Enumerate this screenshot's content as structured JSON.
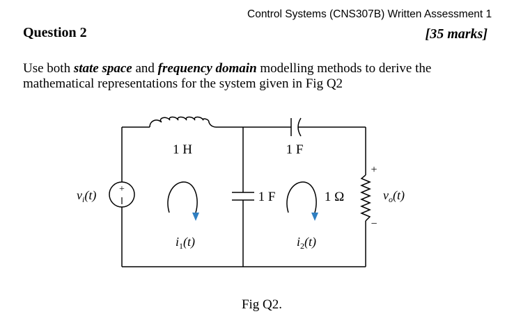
{
  "header": {
    "course_line": "Control Systems (CNS307B) Written Assessment 1"
  },
  "question": {
    "title": "Question 2",
    "marks": "[35 marks]",
    "text_part1": "Use both ",
    "bold1": "state space",
    "text_part2": " and ",
    "bold2": "frequency domain",
    "text_part3": " modelling methods to derive the mathematical representations for the system given in Fig Q2"
  },
  "circuit": {
    "inductor_label": "1 H",
    "cap_series_label": "1 F",
    "cap_shunt_label": "1 F",
    "resistor_label": "1 Ω",
    "source_label": "v",
    "source_sub": "i",
    "source_t": "(t)",
    "output_label": "v",
    "output_sub": "o",
    "output_t": "(t)",
    "loop1_label": "i",
    "loop1_sub": "1",
    "loop1_t": "(t)",
    "loop2_label": "i",
    "loop2_sub": "2",
    "loop2_t": "(t)",
    "plus": "+",
    "minus": "−",
    "caption": "Fig Q2."
  }
}
